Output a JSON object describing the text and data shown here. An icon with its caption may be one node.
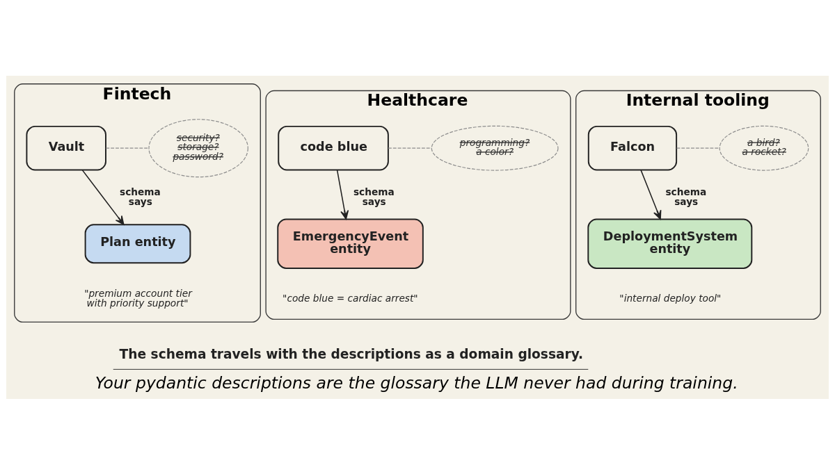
{
  "diagram": {
    "caption": "Your pydantic descriptions are the glossary the LLM never had during training.",
    "nodes": [
      {
        "text": [
          "Fintech"
        ]
      },
      {
        "text": [
          "Vault"
        ],
        "in": 0
      },
      {
        "text": [
          "security? storage? password?"
        ],
        "in": 0
      },
      {
        "text": [
          "Plan entity"
        ],
        "in": 0,
        "beside": [
          "\"premium account tier with priority support\""
        ]
      },
      {
        "text": [
          "Healthcare"
        ]
      },
      {
        "text": [
          "code blue"
        ],
        "in": 4
      },
      {
        "text": [
          "programming? a color?"
        ],
        "in": 4
      },
      {
        "text": [
          "EmergencyEvent entity"
        ],
        "in": 4,
        "beside": [
          "\"code blue = cardiac arrest\""
        ]
      },
      {
        "text": [
          "Internal tooling"
        ]
      },
      {
        "text": [
          "Falcon"
        ],
        "in": 8
      },
      {
        "text": [
          "a bird? a rocket?"
        ],
        "in": 8
      },
      {
        "text": [
          "DeploymentSystem entity"
        ],
        "in": 8,
        "beside": [
          "\"internal deploy tool\""
        ]
      }
    ],
    "edges": [
      {
        "from": 1,
        "to": 2,
        "arrow": "none",
        "style": "dashed",
        "color": "#8c8c8c"
      },
      {
        "from": 1,
        "to": 3,
        "arrow": "to",
        "label": "schema says",
        "color": "#222222"
      },
      {
        "from": 5,
        "to": 6,
        "arrow": "none",
        "style": "dashed",
        "color": "#8c8c8c"
      },
      {
        "from": 5,
        "to": 7,
        "arrow": "to",
        "label": "schema says",
        "color": "#222222"
      },
      {
        "from": 9,
        "to": 10,
        "arrow": "none",
        "style": "dashed",
        "color": "#8c8c8c"
      },
      {
        "from": 9,
        "to": 11,
        "arrow": "to",
        "label": "schema says",
        "color": "#222222"
      }
    ],
    "labels": [
      "The schema travels with the descriptions as a domain glossary."
    ]
  }
}
